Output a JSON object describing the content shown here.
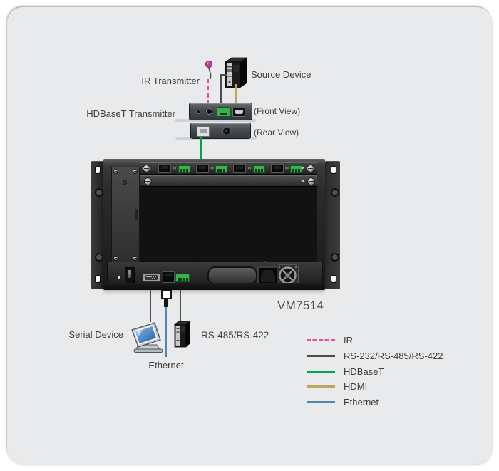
{
  "labels": {
    "ir_transmitter": "IR Transmitter",
    "source_device": "Source Device",
    "hdbaset_transmitter": "HDBaseT Transmitter",
    "front_view": "(Front View)",
    "rear_view": "(Rear View)",
    "device_model": "VM7514",
    "serial_device": "Serial Device",
    "ethernet": "Ethernet",
    "rs485_device": "RS-485/RS-422"
  },
  "colors": {
    "ir": "#dd539e",
    "serial": "#4d4d4d",
    "hdbaset": "#00a54f",
    "hdmi": "#bfa45e",
    "ethernet": "#4e86b8"
  },
  "legend": {
    "items": [
      {
        "label": "IR",
        "color": "#dd539e",
        "style": "dashed"
      },
      {
        "label": "RS-232/RS-485/RS-422",
        "color": "#4d4d4d",
        "style": "solid"
      },
      {
        "label": "HDBaseT",
        "color": "#00a54f",
        "style": "solid"
      },
      {
        "label": "HDMI",
        "color": "#bfa45e",
        "style": "solid"
      },
      {
        "label": "Ethernet",
        "color": "#4e86b8",
        "style": "solid"
      }
    ]
  },
  "rack": {
    "io_port_groups": 4,
    "blank_slots": 8,
    "thin_slot_index": 3
  }
}
